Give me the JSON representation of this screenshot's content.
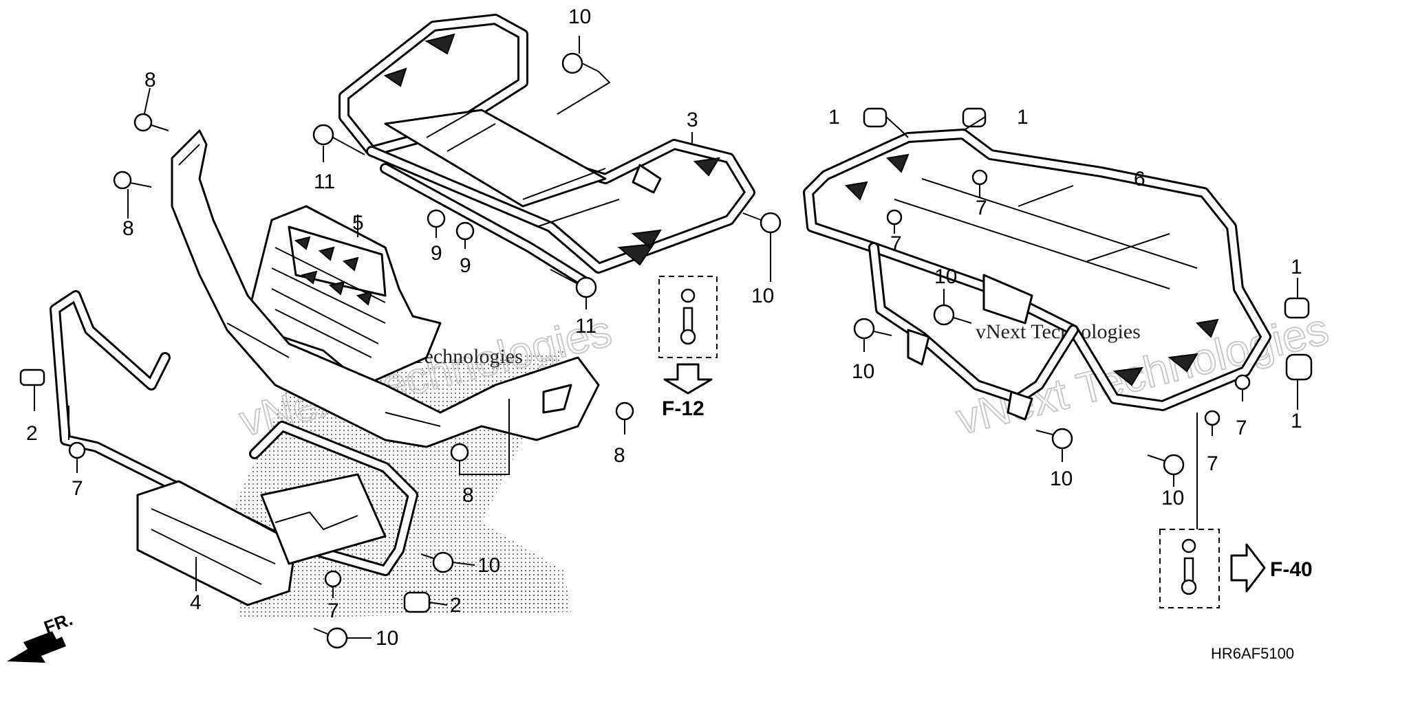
{
  "diagram_code": "HR6AF5100",
  "direction_label": "FR.",
  "watermark": {
    "outline_text": "vNext Technologies",
    "plain_text": "vNext Technologies"
  },
  "references": [
    {
      "id": "ref-f12",
      "label": "F-12"
    },
    {
      "id": "ref-f40",
      "label": "F-40"
    }
  ],
  "callouts": {
    "c10_top": "10",
    "c8_a": "8",
    "c8_b": "8",
    "c3": "3",
    "c11_a": "11",
    "c5": "5",
    "c9_a": "9",
    "c9_b": "9",
    "c10_mid": "10",
    "c11_b": "11",
    "c2_a": "2",
    "c7_a": "7",
    "c4": "4",
    "c10_low": "10",
    "c7_b": "7",
    "c2_b": "2",
    "c10_bottom": "10",
    "c8_c": "8",
    "c8_d": "8",
    "c1_a": "1",
    "c1_b": "1",
    "c6": "6",
    "c7_c": "7",
    "c7_d": "7",
    "c10_r1": "10",
    "c1_c": "1",
    "c10_r2": "10",
    "c7_e": "7",
    "c7_f": "7",
    "c1_d": "1",
    "c10_r3": "10",
    "c10_r4": "10"
  },
  "colors": {
    "line": "#000000",
    "background": "#ffffff",
    "watermark": "#c8c8c8"
  }
}
